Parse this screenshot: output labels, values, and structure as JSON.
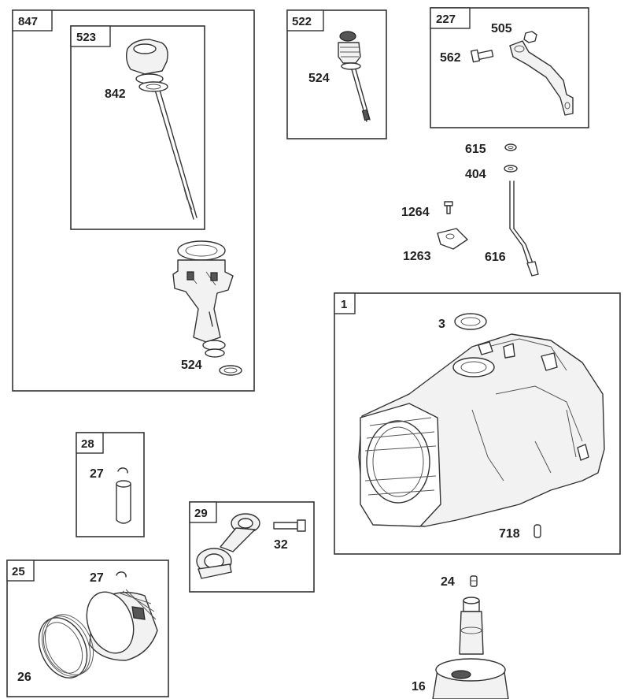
{
  "assemblies": [
    {
      "id": "847"
    },
    {
      "id": "523"
    },
    {
      "id": "522"
    },
    {
      "id": "227"
    },
    {
      "id": "1"
    },
    {
      "id": "28"
    },
    {
      "id": "29"
    },
    {
      "id": "25"
    }
  ],
  "callouts": {
    "c842": "842",
    "c524a": "524",
    "c524b": "524",
    "c505": "505",
    "c562": "562",
    "c615": "615",
    "c404": "404",
    "c1264": "1264",
    "c1263": "1263",
    "c616": "616",
    "c3": "3",
    "c718": "718",
    "c27a": "27",
    "c27b": "27",
    "c32": "32",
    "c24": "24",
    "c26": "26",
    "c16": "16"
  }
}
